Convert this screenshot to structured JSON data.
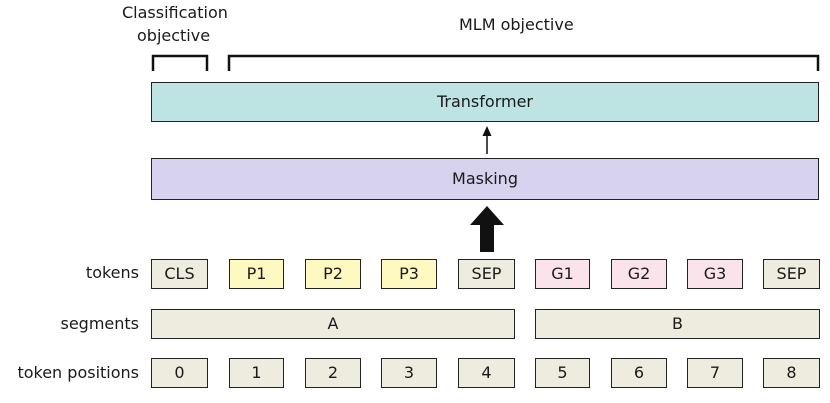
{
  "objectives": {
    "classification_line1": "Classification",
    "classification_line2": "objective",
    "mlm": "MLM objective"
  },
  "blocks": {
    "transformer": "Transformer",
    "masking": "Masking"
  },
  "rows": {
    "tokens_label": "tokens",
    "segments_label": "segments",
    "positions_label": "token positions"
  },
  "tokens": [
    "CLS",
    "P1",
    "P2",
    "P3",
    "SEP",
    "G1",
    "G2",
    "G3",
    "SEP"
  ],
  "segments": [
    "A",
    "B"
  ],
  "positions": [
    "0",
    "1",
    "2",
    "3",
    "4",
    "5",
    "6",
    "7",
    "8"
  ],
  "colors": {
    "transformer_fill": "#bde3e3",
    "masking_fill": "#d7d3ef",
    "neutral_fill": "#eeebdf",
    "p_fill": "#fdf9c0",
    "g_fill": "#fbe3ec"
  }
}
